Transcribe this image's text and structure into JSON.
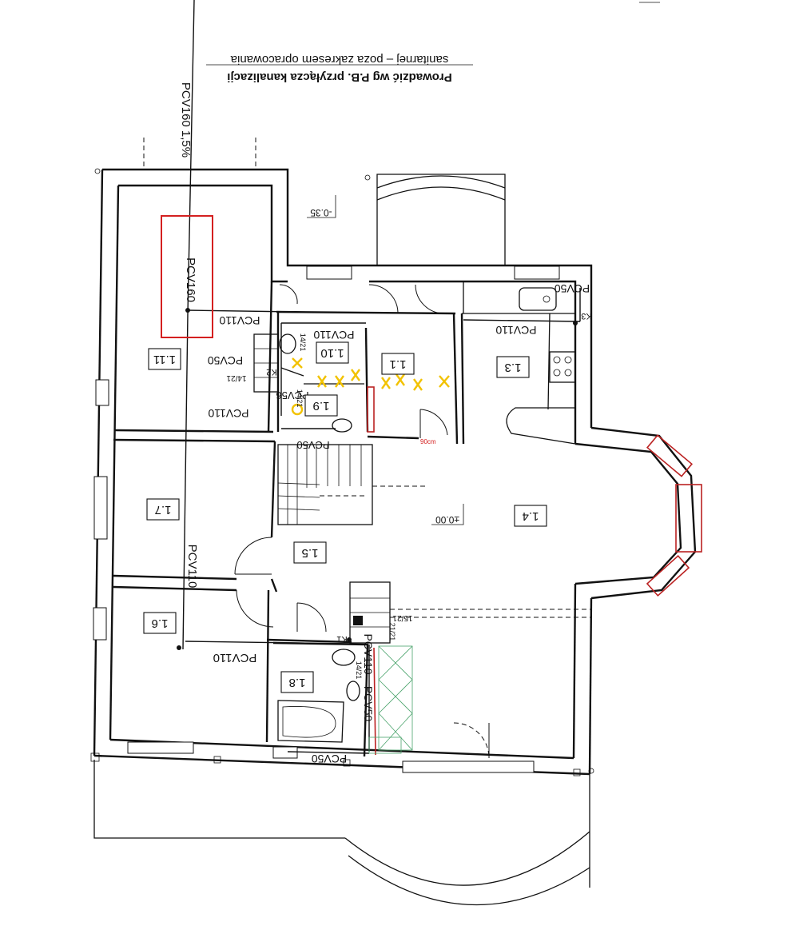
{
  "note": {
    "line1": "Prowadzić wg P.B. przyłącza kanalizacji",
    "line2": "sanitarnej – poza zakresem opracowania"
  },
  "pipes": {
    "main_label": "PCV160 1,5%",
    "riser_label": "PCV160",
    "corridor_label": "PCV110",
    "room111_label": "PCV110",
    "room110_label": "PCV110",
    "kitchen_label": "PCV110",
    "top_right_label": "PCV50",
    "room111_pcv50": "PCV50",
    "room19_pcv56": "PCV56",
    "room19_pcv50": "PCV50",
    "room16_label": "PCV110",
    "vertical_pcv110": "PCV110",
    "vertical_pcv50": "PCV50",
    "bottom_pcv50": "PCV50"
  },
  "fittings": {
    "k1": "K1",
    "k2": "K2",
    "k3": "K3",
    "dim_14_21_a": "14/21",
    "dim_14_21_b": "14/21",
    "dim_14_21_c": "14/21",
    "dim_14_21_d": "14/21",
    "dim_21_21": "21/21",
    "dim_15_21": "15/21"
  },
  "levels": {
    "outside": "-0.35",
    "floor": "±0.00"
  },
  "rooms": {
    "r1_11": "1.11",
    "r1_10": "1.10",
    "r1_1": "1.1",
    "r1_3": "1.3",
    "r1_9": "1.9",
    "r1_7": "1.7",
    "r1_5": "1.5",
    "r1_4": "1.4",
    "r1_6": "1.6",
    "r1_8": "1.8"
  },
  "annotations": {
    "door_width": "90cm"
  },
  "colors": {
    "markup_red": "#d42020",
    "markup_yellow": "#f2c200",
    "markup_green": "#4aa36b"
  }
}
